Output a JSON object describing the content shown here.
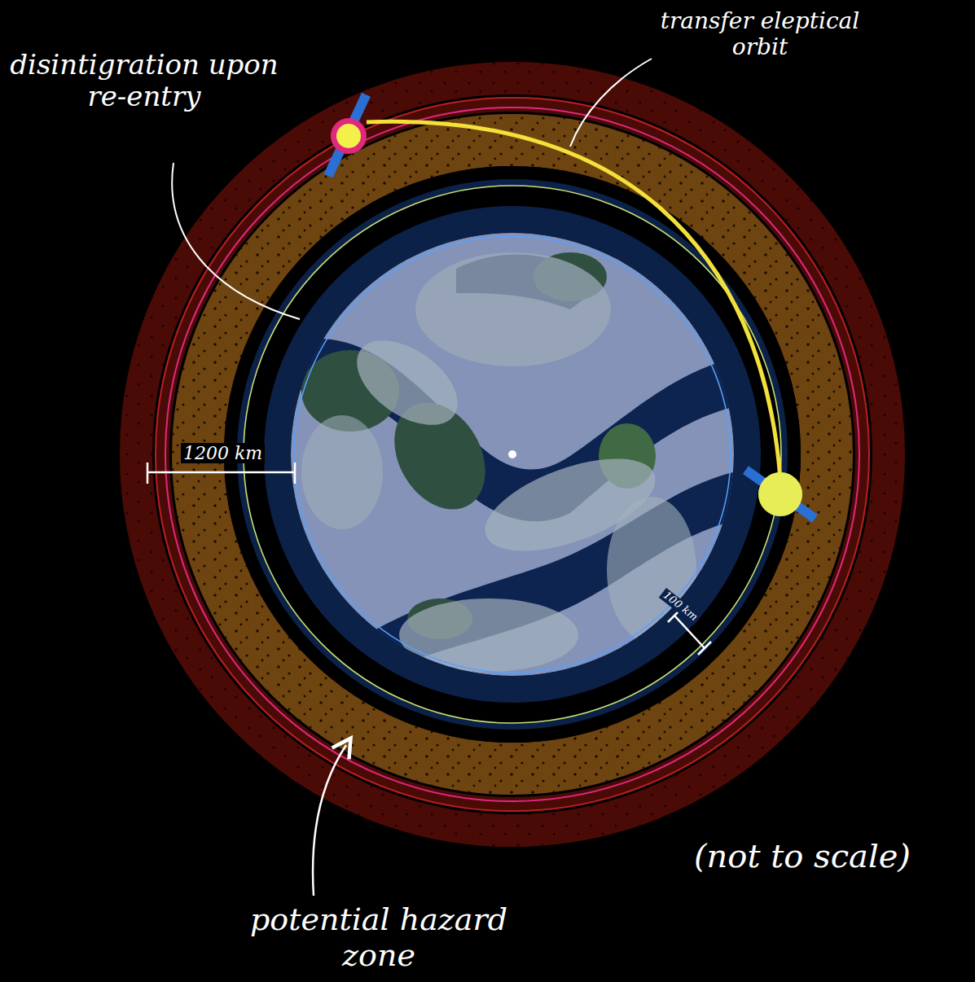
{
  "diagram": {
    "labels": [
      "disintigration upon re-entry",
      "transfer eleptical orbit",
      "1200 km",
      "100 km",
      "(not to scale)",
      "potential hazard zone"
    ]
  }
}
